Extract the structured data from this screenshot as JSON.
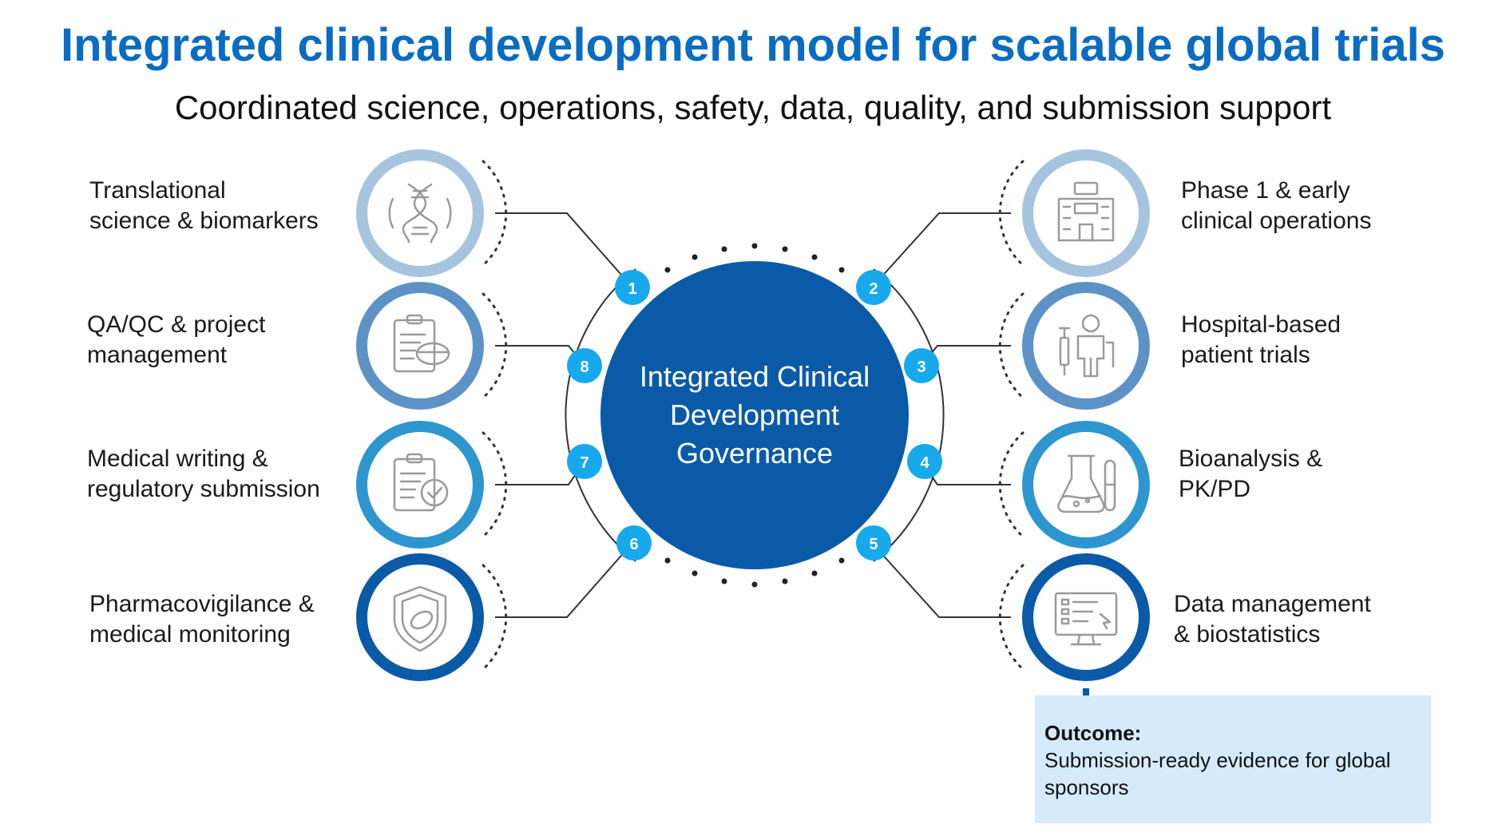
{
  "header": {
    "title": "Integrated clinical development model for scalable global trials",
    "subtitle": "Coordinated science, operations, safety, data, quality, and submission support"
  },
  "center": {
    "label_line1": "Integrated Clinical",
    "label_line2": "Development",
    "label_line3": "Governance",
    "color": "#0a5aa8"
  },
  "nodes": [
    {
      "number": "1",
      "line1": "Translational",
      "line2": "science & biomarkers",
      "icon": "dna-icon",
      "color": "#a7c4de"
    },
    {
      "number": "2",
      "line1": "Phase 1 & early",
      "line2": "clinical operations",
      "icon": "lab-building-icon",
      "color": "#a7c4de"
    },
    {
      "number": "3",
      "line1": "Hospital-based",
      "line2": "patient trials",
      "icon": "patient-syringe-icon",
      "color": "#5d92c7"
    },
    {
      "number": "4",
      "line1": "Bioanalysis &",
      "line2": "PK/PD",
      "icon": "lab-flask-icon",
      "color": "#2e96cf"
    },
    {
      "number": "5",
      "line1": "Data management",
      "line2": "& biostatistics",
      "icon": "data-monitor-icon",
      "color": "#0a5aa8"
    },
    {
      "number": "6",
      "line1": "Pharmacovigilance &",
      "line2": "medical monitoring",
      "icon": "shield-pill-icon",
      "color": "#0a5aa8"
    },
    {
      "number": "7",
      "line1": "Medical writing &",
      "line2": "regulatory submission",
      "icon": "clipboard-check-icon",
      "color": "#2e96cf"
    },
    {
      "number": "8",
      "line1": "QA/QC & project",
      "line2": "management",
      "icon": "clipboard-pill-icon",
      "color": "#5d92c7"
    }
  ],
  "outcome": {
    "title": "Outcome:",
    "text": "Submission-ready evidence for global sponsors"
  },
  "colors": {
    "title": "#0a6cc2",
    "badge": "#17a9ec",
    "outcome_bg": "#d5ebfb",
    "arrow": "#0a5aa8"
  }
}
